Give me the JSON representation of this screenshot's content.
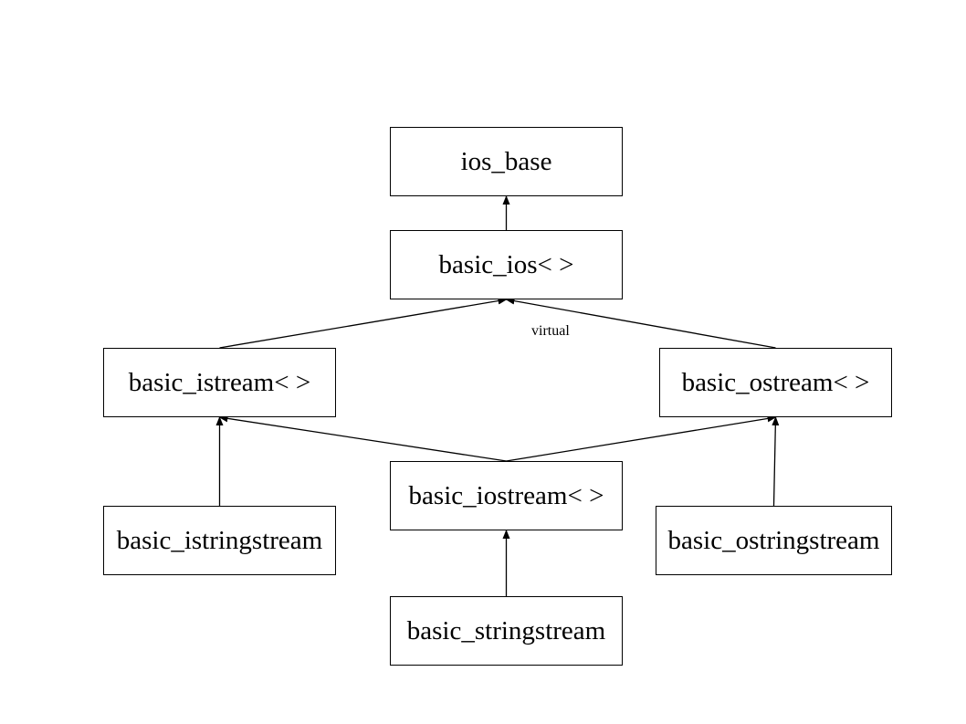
{
  "diagram": {
    "nodes": {
      "ios_base": "ios_base",
      "basic_ios": "basic_ios< >",
      "basic_istream": "basic_istream< >",
      "basic_ostream": "basic_ostream< >",
      "basic_iostream": "basic_iostream< >",
      "basic_istringstream": "basic_istringstream",
      "basic_ostringstream": "basic_ostringstream",
      "basic_stringstream": "basic_stringstream"
    },
    "edges": [
      {
        "from": "basic_ios",
        "to": "ios_base"
      },
      {
        "from": "basic_istream",
        "to": "basic_ios"
      },
      {
        "from": "basic_ostream",
        "to": "basic_ios"
      },
      {
        "from": "basic_iostream",
        "to": "basic_istream"
      },
      {
        "from": "basic_iostream",
        "to": "basic_ostream"
      },
      {
        "from": "basic_istringstream",
        "to": "basic_istream"
      },
      {
        "from": "basic_ostringstream",
        "to": "basic_ostream"
      },
      {
        "from": "basic_stringstream",
        "to": "basic_iostream"
      }
    ],
    "inheritance_label": "virtual",
    "colors": {
      "line": "#000000",
      "box_border": "#000000",
      "box_fill": "#ffffff",
      "text": "#000000"
    }
  }
}
